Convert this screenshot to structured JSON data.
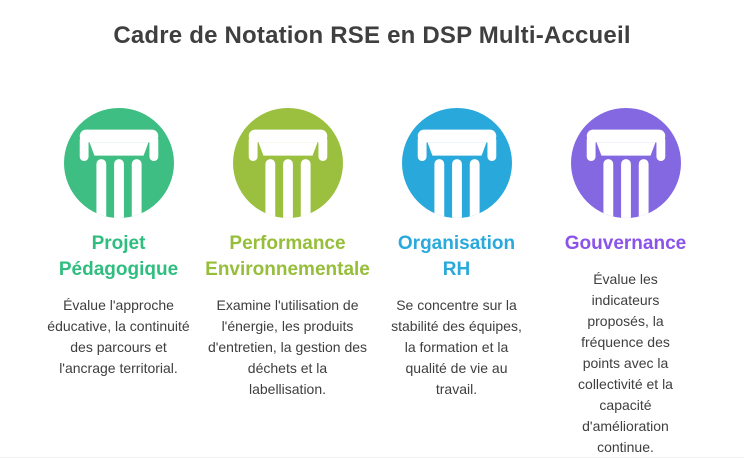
{
  "title": "Cadre de Notation RSE en DSP Multi-Accueil",
  "text_color": "#3f3f3f",
  "columns": [
    {
      "icon": "pillar-icon",
      "color": "#3EBE83",
      "heading_color": "#2FBE80",
      "heading": "Projet Pédagogique",
      "description": "Évalue l'approche éducative, la continuité des parcours et l'ancrage territorial."
    },
    {
      "icon": "pillar-icon",
      "color": "#9BC040",
      "heading_color": "#97BE3B",
      "heading": "Performance Environnementale",
      "description": "Examine l'utilisation de l'énergie, les produits d'entretien, la gestion des déchets et la labellisation."
    },
    {
      "icon": "pillar-icon",
      "color": "#29A8DB",
      "heading_color": "#29A9DC",
      "heading": "Organisation RH",
      "description": "Se concentre sur la stabilité des équipes, la formation et la qualité de vie au travail."
    },
    {
      "icon": "pillar-icon",
      "color": "#8468E2",
      "heading_color": "#8A53EA",
      "heading": "Gouvernance",
      "description": "Évalue les indicateurs proposés, la fréquence des points avec la collectivité et la capacité d'amélioration continue."
    }
  ]
}
